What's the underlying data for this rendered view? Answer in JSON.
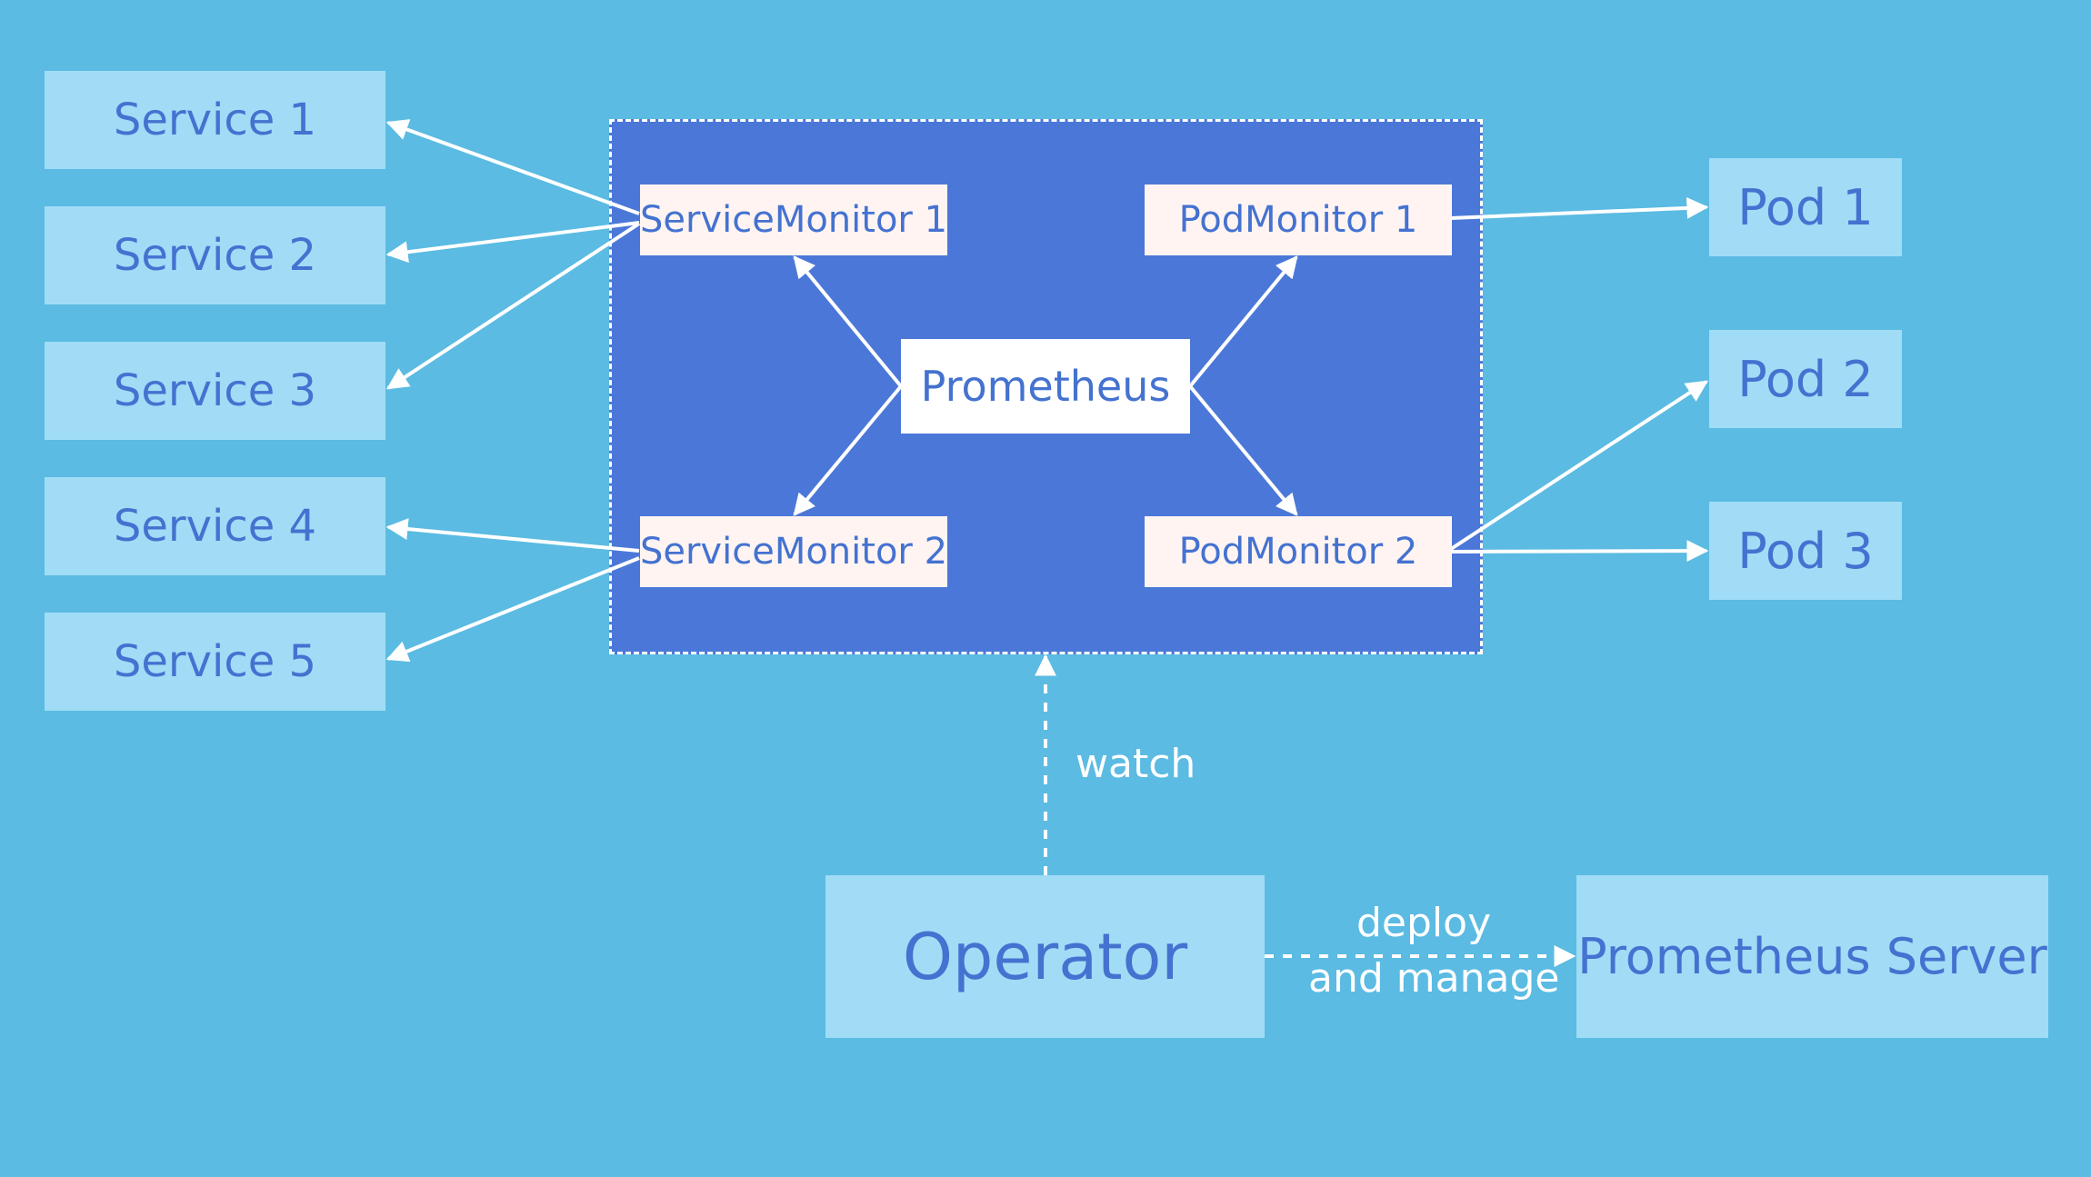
{
  "services": [
    "Service 1",
    "Service 2",
    "Service 3",
    "Service 4",
    "Service 5"
  ],
  "service_monitors": [
    "ServiceMonitor 1",
    "ServiceMonitor 2"
  ],
  "pod_monitors": [
    "PodMonitor 1",
    "PodMonitor 2"
  ],
  "prometheus": "Prometheus",
  "pods": [
    "Pod 1",
    "Pod 2",
    "Pod 3"
  ],
  "operator": "Operator",
  "prometheus_server": "Prometheus Server",
  "labels": {
    "watch": "watch",
    "deploy": "deploy",
    "and_manage": "and manage"
  },
  "colors": {
    "background": "#5bbbe2",
    "container": "#4b78d8",
    "node_light": "#a0dcf6",
    "text": "#4472d0",
    "monitor": "#fff4f2",
    "line": "#ffffff"
  }
}
